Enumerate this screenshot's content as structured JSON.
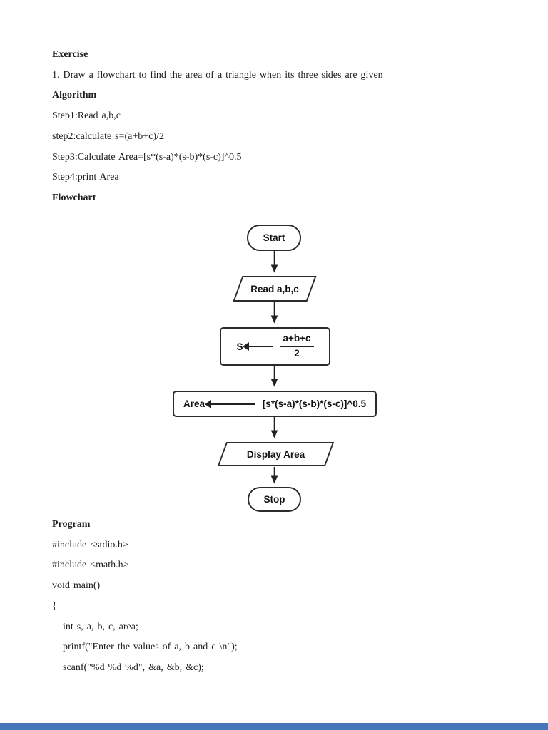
{
  "page": {
    "background": "#ffffff",
    "text_color": "#1d1d1d",
    "flowchart_line_color": "#2b2b2b",
    "bottom_bar_color": "#4677b8"
  },
  "doc": {
    "exercise_heading": "Exercise",
    "exercise_item": "1. Draw a flowchart to find the area of a triangle when its three sides are given",
    "algorithm_heading": "Algorithm",
    "steps": [
      "Step1:Read a,b,c",
      "step2:calculate s=(a+b+c)/2",
      "Step3:Calculate Area=[s*(s-a)*(s-b)*(s-c)]^0.5",
      "Step4:print Area"
    ],
    "flowchart_heading": "Flowchart"
  },
  "flowchart": {
    "start": "Start",
    "read": "Read a,b,c",
    "assign_s": {
      "target": "S",
      "numerator": "a+b+c",
      "denominator": "2"
    },
    "assign_area": {
      "target": "Area",
      "expression": "[s*(s-a)*(s-b)*(s-c)]^0.5"
    },
    "display": "Display Area",
    "stop": "Stop"
  },
  "program": {
    "heading": "Program",
    "lines": [
      "#include <stdio.h>",
      "#include <math.h>",
      "void main()",
      "{",
      "int s, a, b, c, area;",
      "printf(\"Enter the values of a, b and c \\n\");",
      "scanf(\"%d %d %d\", &a, &b, &c);"
    ]
  }
}
